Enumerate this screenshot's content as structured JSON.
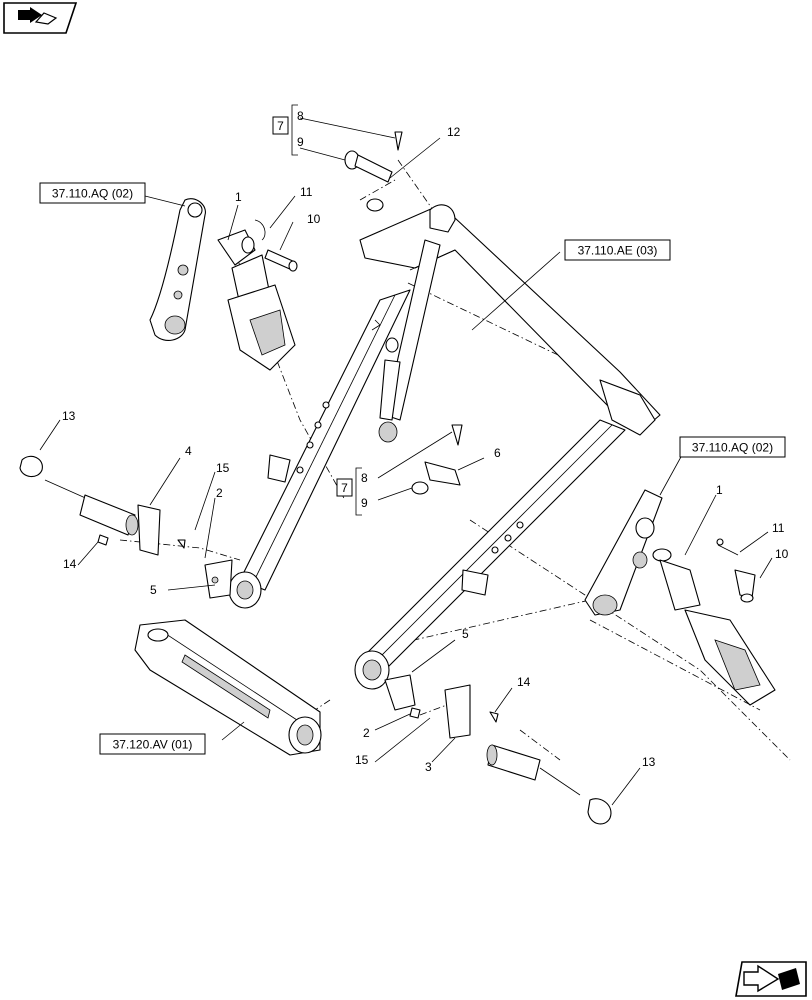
{
  "refs": {
    "aq_top": "37.110.AQ (02)",
    "ae": "37.110.AE (03)",
    "aq_right": "37.110.AQ (02)",
    "av": "37.120.AV (01)"
  },
  "kits": {
    "top": {
      "kit": "7",
      "a": "8",
      "b": "9"
    },
    "mid": {
      "kit": "7",
      "a": "8",
      "b": "9"
    }
  },
  "callouts": {
    "n12": "12",
    "n1_top": "1",
    "n11_top": "11",
    "n10_top": "10",
    "n13_left": "13",
    "n4": "4",
    "n15_left": "15",
    "n2_left": "2",
    "n14_left": "14",
    "n5_left": "5",
    "n6": "6",
    "n1_right": "1",
    "n11_right": "11",
    "n10_right": "10",
    "n5_right": "5",
    "n14_right": "14",
    "n2_right": "2",
    "n15_right": "15",
    "n3": "3",
    "n13_right": "13"
  },
  "icons": {
    "top_left": "prev-page-icon",
    "bottom_right": "next-page-icon"
  }
}
